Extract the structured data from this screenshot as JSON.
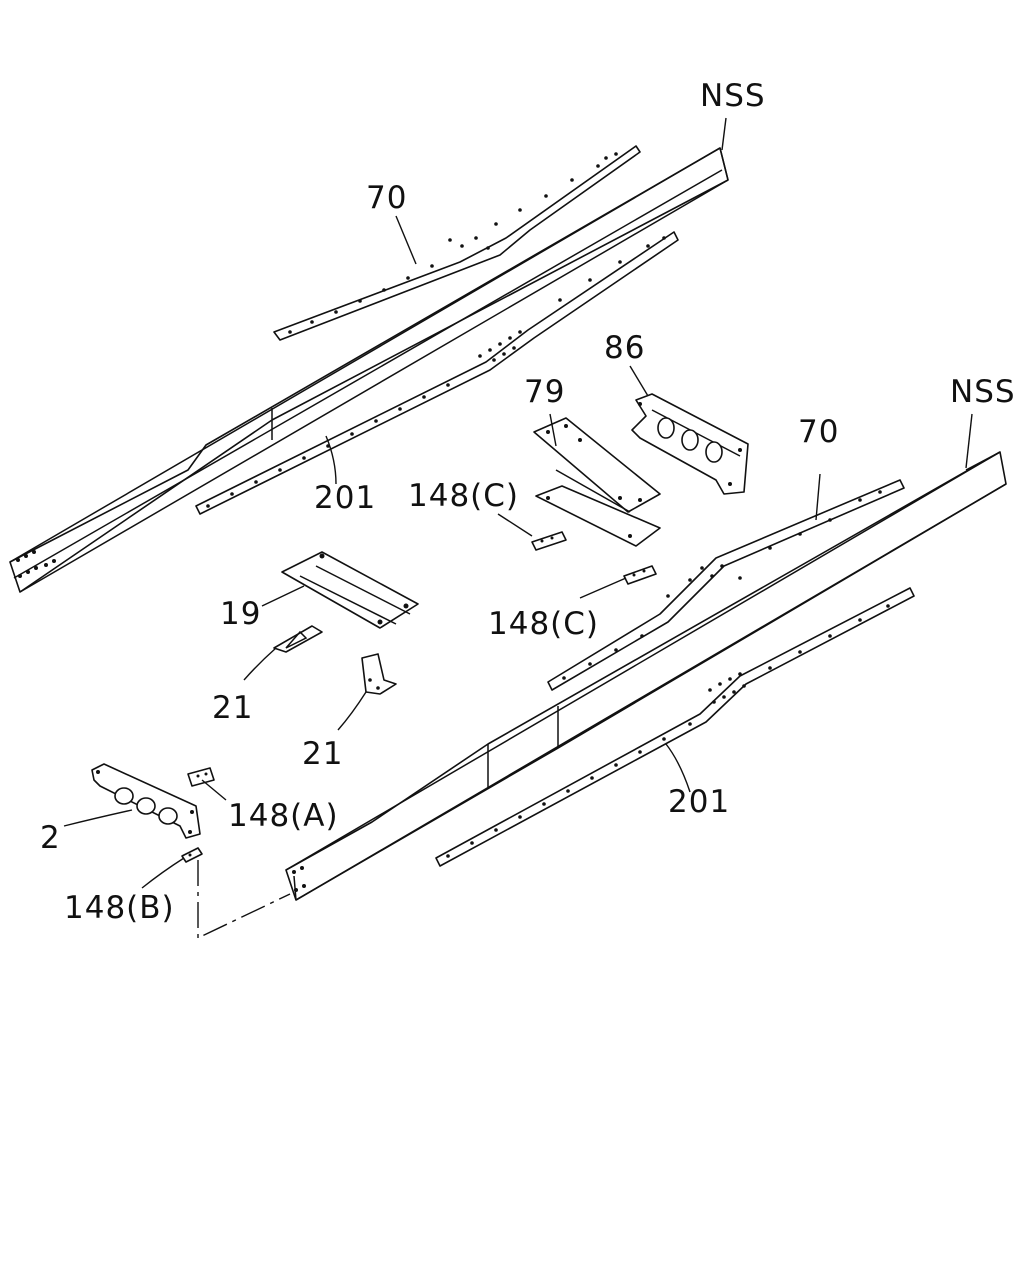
{
  "diagram": {
    "callouts": [
      {
        "id": "nss_top",
        "text": "NSS"
      },
      {
        "id": "nss_right",
        "text": "NSS"
      },
      {
        "id": "p70_top",
        "text": "70"
      },
      {
        "id": "p70_right",
        "text": "70"
      },
      {
        "id": "p201_top",
        "text": "201"
      },
      {
        "id": "p201_bottom",
        "text": "201"
      },
      {
        "id": "p86",
        "text": "86"
      },
      {
        "id": "p79",
        "text": "79"
      },
      {
        "id": "p148c_upper",
        "text": "148(C)"
      },
      {
        "id": "p148c_lower",
        "text": "148(C)"
      },
      {
        "id": "p19",
        "text": "19"
      },
      {
        "id": "p21_left",
        "text": "21"
      },
      {
        "id": "p21_lower",
        "text": "21"
      },
      {
        "id": "p148a",
        "text": "148(A)"
      },
      {
        "id": "p2",
        "text": "2"
      },
      {
        "id": "p148b",
        "text": "148(B)"
      }
    ]
  }
}
